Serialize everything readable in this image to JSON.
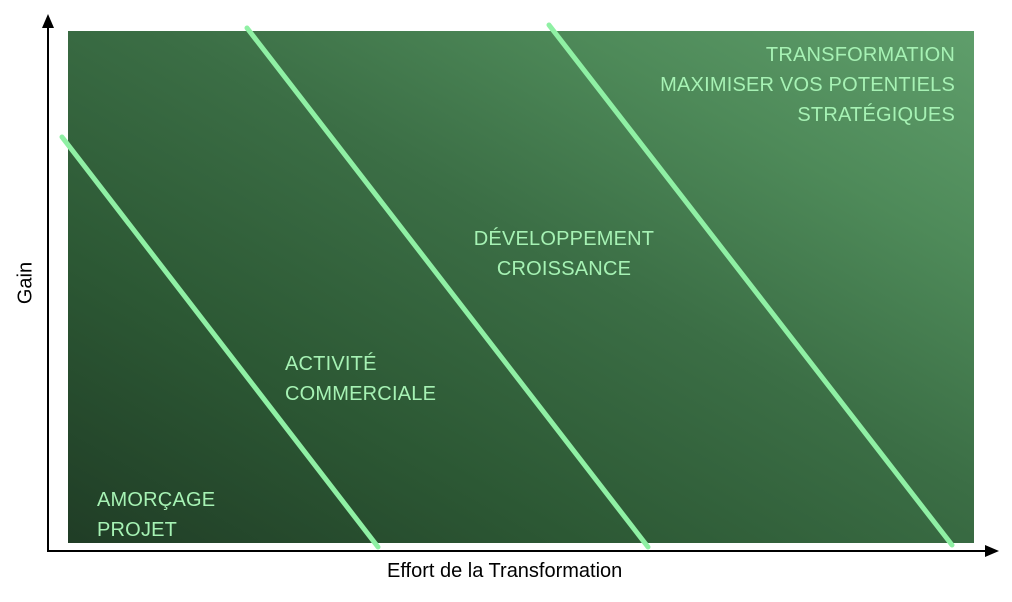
{
  "axes": {
    "x_label": "Effort de la Transformation",
    "y_label": "Gain"
  },
  "zones": [
    {
      "lines": [
        "AMORÇAGE",
        "PROJET"
      ]
    },
    {
      "lines": [
        "ACTIVITÉ",
        "COMMERCIALE"
      ]
    },
    {
      "lines": [
        "DÉVELOPPEMENT",
        "CROISSANCE"
      ]
    },
    {
      "lines": [
        "TRANSFORMATION",
        "MAXIMISER VOS POTENTIELS",
        "STRATÉGIQUES"
      ]
    }
  ],
  "colors": {
    "divider": "#8ff0a4",
    "zone_text": "#a6f2b4",
    "axis": "#000000",
    "panel_dark": "#203d26",
    "panel_light": "#5f9e6b"
  }
}
